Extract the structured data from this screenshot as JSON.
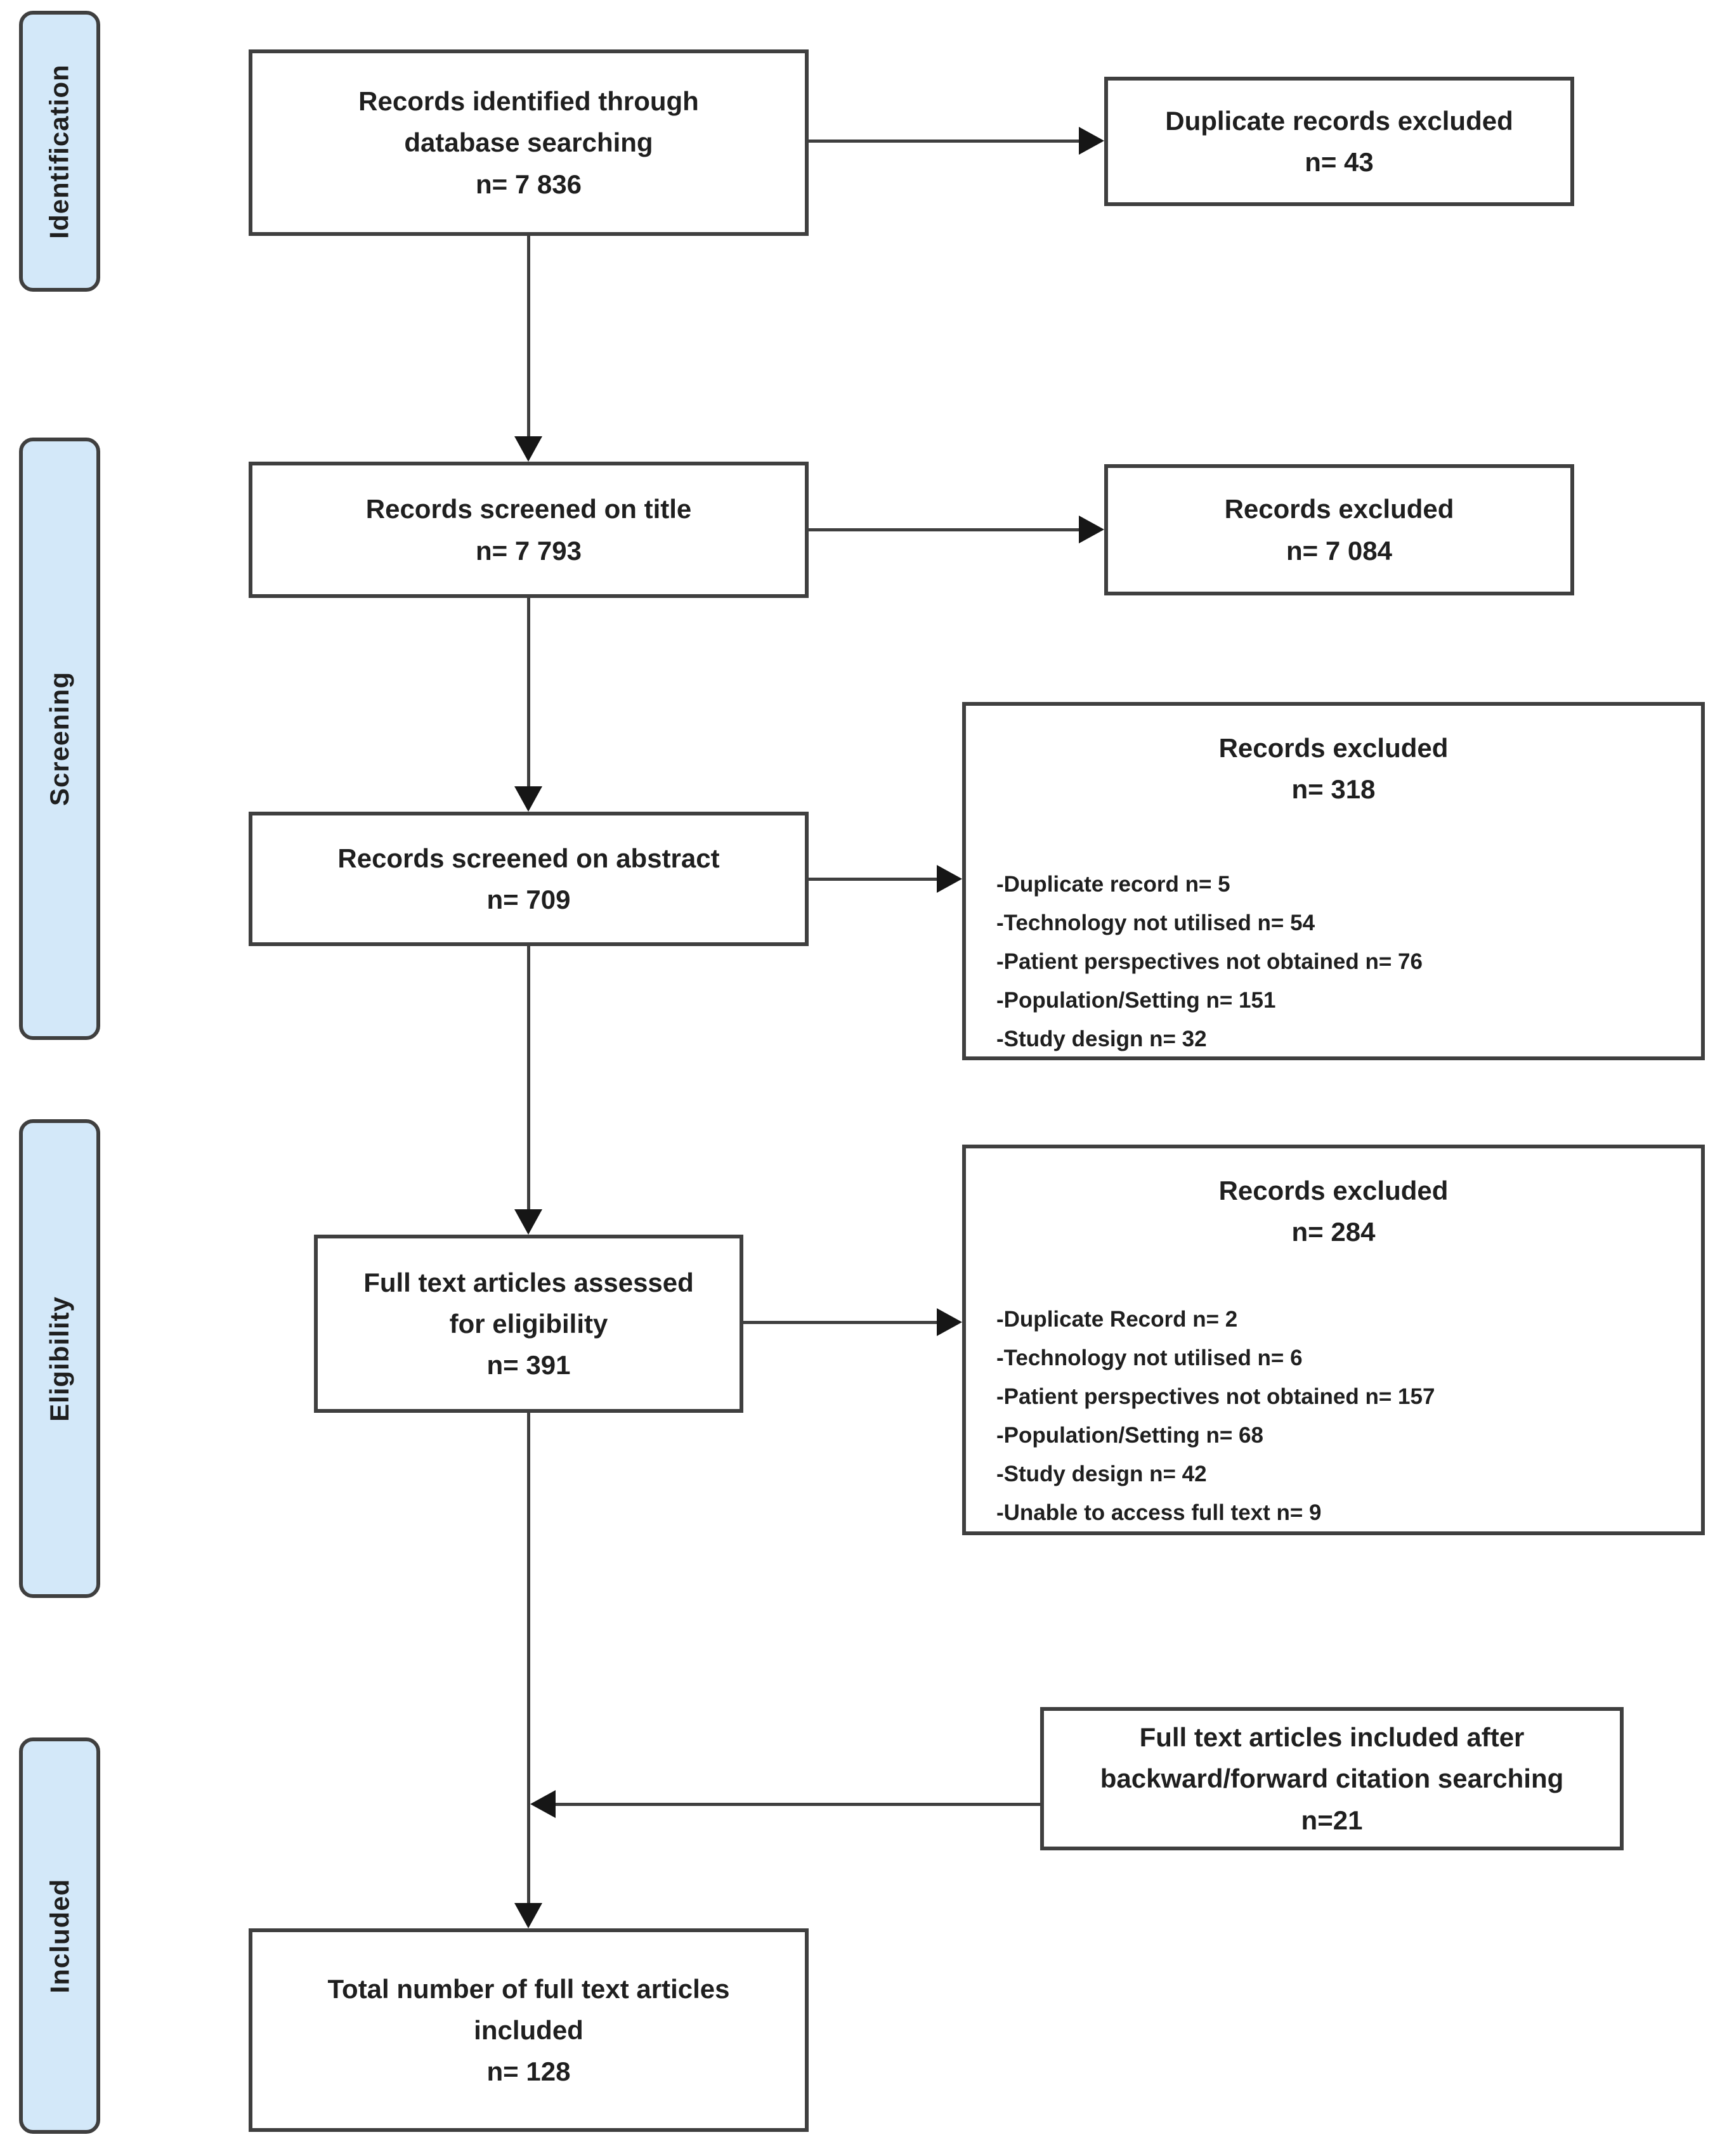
{
  "stages": {
    "identification": "Identification",
    "screening": "Screening",
    "eligibility": "Eligibility",
    "included": "Included"
  },
  "boxes": {
    "identified": {
      "lines": [
        "Records identified through",
        "database searching",
        "n= 7 836"
      ]
    },
    "duplicates_excluded": {
      "lines": [
        "Duplicate records excluded",
        "n= 43"
      ]
    },
    "screened_title": {
      "lines": [
        "Records screened on title",
        "n= 7 793"
      ]
    },
    "excluded_title": {
      "lines": [
        "Records excluded",
        "n= 7 084"
      ]
    },
    "screened_abstract": {
      "lines": [
        "Records screened on abstract",
        "n= 709"
      ]
    },
    "excluded_abstract": {
      "heading": [
        "Records excluded",
        "n= 318"
      ],
      "items": [
        "-Duplicate record n= 5",
        "-Technology not utilised n= 54",
        "-Patient perspectives not obtained n= 76",
        "-Population/Setting n= 151",
        "-Study design n= 32"
      ]
    },
    "fulltext_assessed": {
      "lines": [
        "Full text articles assessed",
        "for eligibility",
        "n= 391"
      ]
    },
    "excluded_fulltext": {
      "heading": [
        "Records excluded",
        "n= 284"
      ],
      "items": [
        "-Duplicate Record n= 2",
        "-Technology not utilised n= 6",
        "-Patient perspectives not obtained n= 157",
        "-Population/Setting n= 68",
        "-Study design n= 42",
        "-Unable to access full text n= 9"
      ]
    },
    "citation_included": {
      "lines": [
        "Full text articles included after",
        "backward/forward citation searching",
        "n=21"
      ]
    },
    "total_included": {
      "lines": [
        "Total number of full text articles",
        "included",
        "n= 128"
      ]
    }
  },
  "colors": {
    "stage_fill": "#d3e8f9",
    "border": "#3f3f3f",
    "arrow": "#161616",
    "text": "#1f1f1f"
  }
}
